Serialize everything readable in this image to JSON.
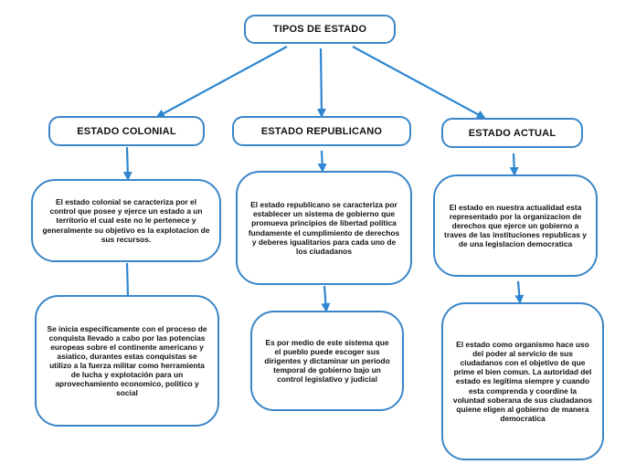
{
  "diagram": {
    "colors": {
      "border": "#3a86c8",
      "arrow": "#2e86d0"
    },
    "root": {
      "label": "TIPOS DE ESTADO"
    },
    "branches": [
      {
        "label": "ESTADO COLONIAL",
        "text1": "El estado colonial se caracteriza por el control que posee y ejerce un estado a un territorio el cual este no le pertenece y generalmente su objetivo es la explotacion de sus recursos.",
        "text2": "Se inicia especificamente con el proceso de conquista llevado a cabo por las potencias europeas sobre el continente americano y asiatico, durantes estas conquistas se utilizo a la fuerza militar como herramienta de lucha y explotación para un aprovechamiento economico, politico y social"
      },
      {
        "label": "ESTADO REPUBLICANO",
        "text1": "El estado republicano se caracteriza por establecer un sistema de gobierno que promueva principios de libertad política fundamente el cumplimiento de derechos y deberes igualitarios para cada uno de los ciudadanos",
        "text2": "Es por medio de este sistema que el pueblo puede escoger sus dirigentes y dictaminar un periodo temporal de gobierno bajo un control legislativo y judicial"
      },
      {
        "label": "ESTADO ACTUAL",
        "text1": "El estado en nuestra actualidad esta representado por la organizacion de derechos que ejerce un gobierno a traves de las instituciones republicas y de una legislacion democratica",
        "text2": "El estado como organismo hace uso del poder al servicio de sus ciudadanos con el objetivo de que prime el bien comun. La autoridad del estado es legitima siempre y cuando esta comprenda y coordine la voluntad soberana de sus ciudadanos quiene eligen al gobierno de manera democratica"
      }
    ]
  }
}
